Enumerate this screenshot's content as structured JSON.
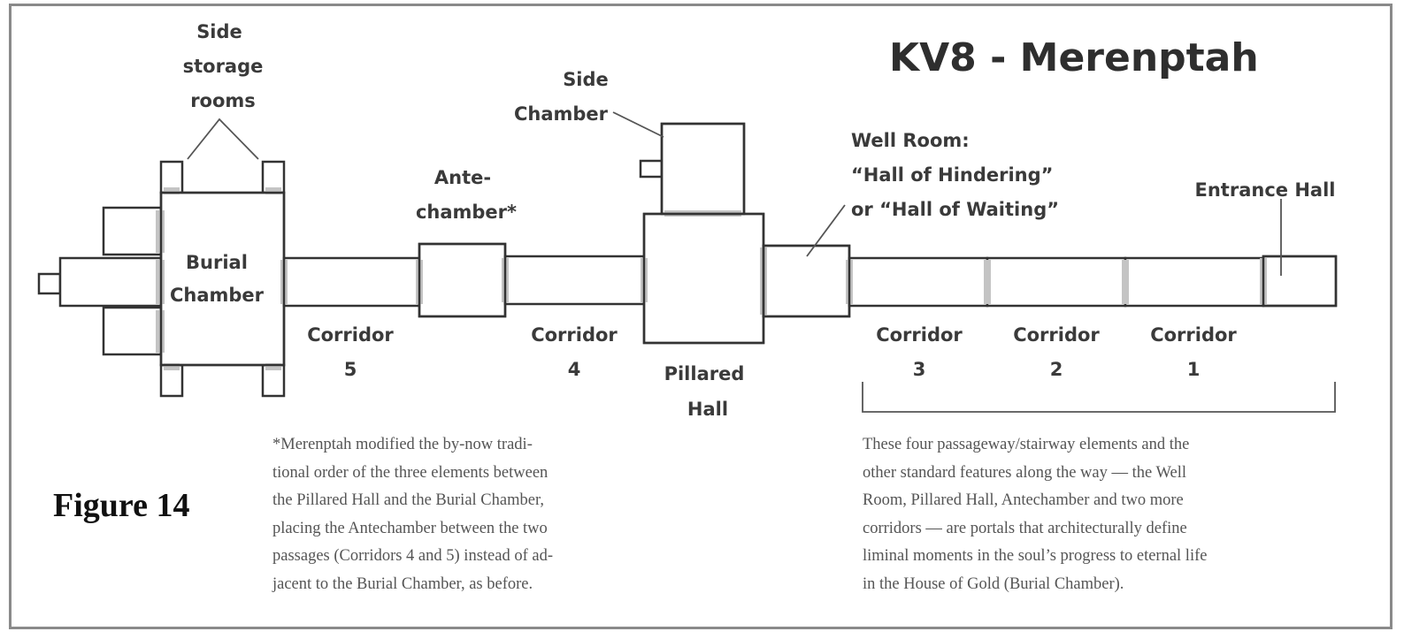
{
  "title": "KV8 - Merenptah",
  "figure_label": "Figure 14",
  "labels": {
    "side_storage": [
      "Side",
      "storage",
      "rooms"
    ],
    "burial_chamber": [
      "Burial",
      "Chamber"
    ],
    "side_chamber": [
      "Side",
      "Chamber"
    ],
    "antechamber": [
      "Ante-",
      "chamber*"
    ],
    "well_room": [
      "Well Room:",
      "“Hall of Hindering”",
      "or “Hall of Waiting”"
    ],
    "entrance_hall": "Entrance Hall",
    "pillared_hall": [
      "Pillared",
      "Hall"
    ],
    "corridors": [
      {
        "word": "Corridor",
        "num": "5"
      },
      {
        "word": "Corridor",
        "num": "4"
      },
      {
        "word": "Corridor",
        "num": "3"
      },
      {
        "word": "Corridor",
        "num": "2"
      },
      {
        "word": "Corridor",
        "num": "1"
      }
    ]
  },
  "footnote_lines": [
    "*Merenptah modified the by-now tradi-",
    "tional order of the three elements between",
    "the Pillared Hall and the Burial Chamber,",
    "placing the Antechamber between the two",
    "passages (Corridors 4 and 5) instead of ad-",
    "jacent to the Burial Chamber, as before."
  ],
  "description_lines": [
    "These four passageway/stairway elements and the",
    "other standard features along the way — the Well",
    "Room, Pillared Hall, Antechamber and two more",
    "corridors — are portals that architecturally define",
    "liminal moments in the soul’s progress to eternal life",
    "in the House of Gold (Burial Chamber)."
  ]
}
